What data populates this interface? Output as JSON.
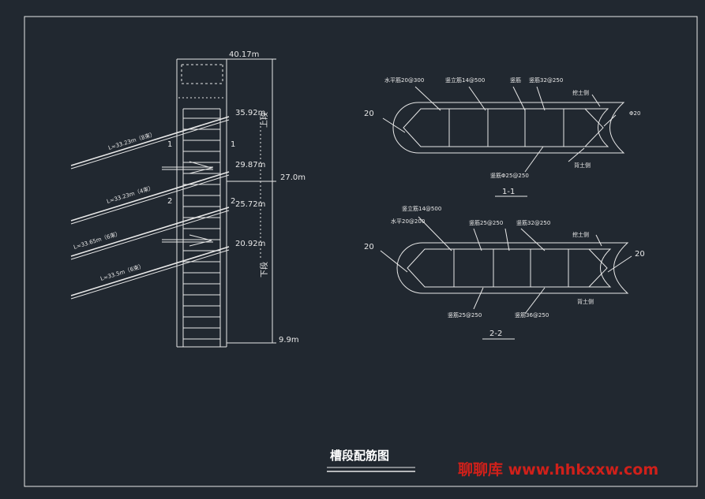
{
  "elevation": {
    "top_elev": "40.17m",
    "anchor_elevs": [
      "35.92m",
      "29.87m",
      "25.72m",
      "20.92m"
    ],
    "mid_elev": "27.0m",
    "bottom_elev": "9.9m",
    "upper_segment": "上段",
    "lower_segment": "下段",
    "section_mark_1": "1",
    "section_mark_2": "2",
    "anchors": [
      "L=33.23m（8束）",
      "L=33.23m（4束）",
      "L=33.65m（6束）",
      "L=33.5m（6束）"
    ]
  },
  "section_1": {
    "title": "1-1",
    "dim_left": "20",
    "dim_right": "Φ20",
    "horizontal_bar": "水平筋20@300",
    "vertical_bar": "竖立筋14@500",
    "stirrup_top_a": "竖筋",
    "stirrup_top_b": "竖筋32@250",
    "excavated_side": "挖土侧",
    "backfill_side": "背土侧",
    "stirrup_bottom": "竖筋Φ25@250"
  },
  "section_2": {
    "title": "2-2",
    "dim_left": "20",
    "dim_right": "20",
    "vertical_bar": "竖立筋14@500",
    "horizontal_bar": "水平20@200",
    "stirrup_top_a": "竖筋25@250",
    "stirrup_top_b": "竖筋32@250",
    "excavated_side": "挖土侧",
    "backfill_side": "背土侧",
    "stirrup_bottom_a": "竖筋25@250",
    "stirrup_bottom_b": "竖筋36@250"
  },
  "drawing_title": "槽段配筋图",
  "watermark": "聊聊库 www.hhkxxw.com",
  "colors": {
    "background": "#212830",
    "lines": "#e8e8e8",
    "watermark": "#d0201a"
  }
}
